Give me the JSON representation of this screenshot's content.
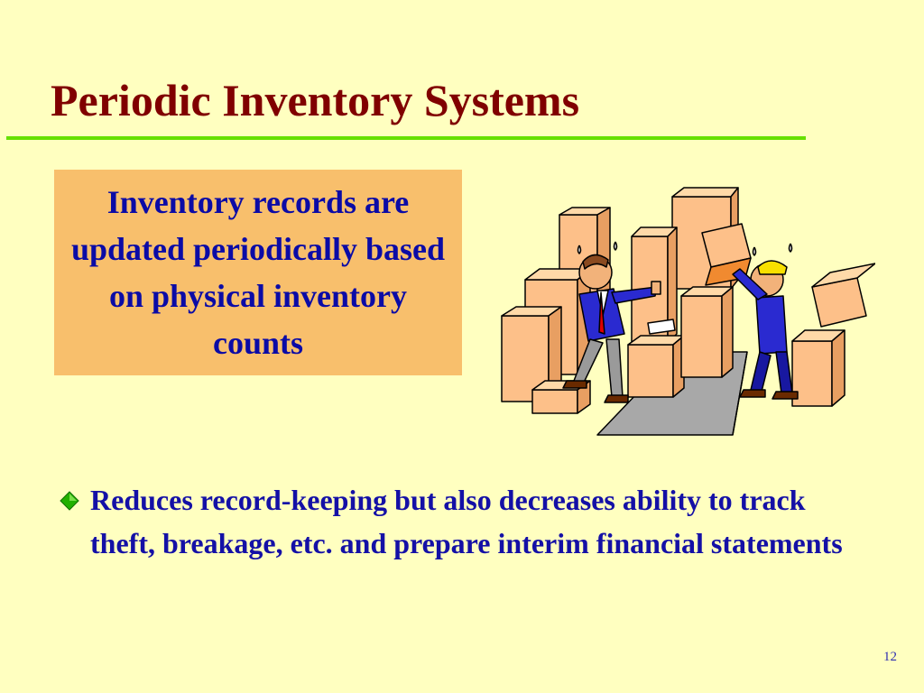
{
  "slide": {
    "title": "Periodic Inventory Systems",
    "callout_text": "Inventory records are updated periodically based on physical inventory counts",
    "bullet_text": "Reduces record-keeping but also decreases ability to track theft, breakage, etc. and prepare interim financial statements",
    "page_number": "12",
    "illustration_icon": "warehouse-workers-boxes-clipart",
    "bullet_icon": "diamond-bullet-icon"
  },
  "colors": {
    "background": "#FFFFC0",
    "title": "#800000",
    "title_rule": "#66E000",
    "callout_fill": "#F8BF6C",
    "text_blue": "#0B0BA6",
    "bullet_green": "#22B000",
    "box_fill": "#FDC089"
  }
}
